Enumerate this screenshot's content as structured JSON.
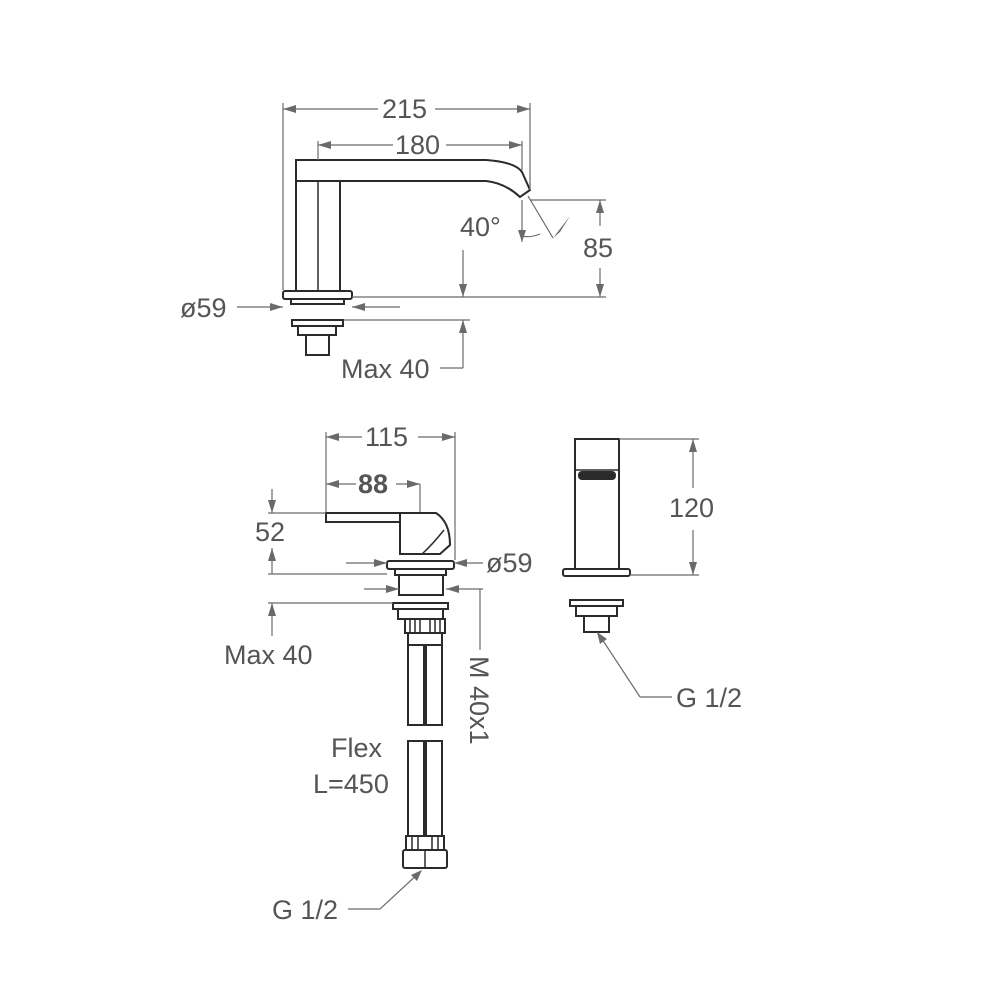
{
  "spout_view": {
    "width_total": "215",
    "reach": "180",
    "angle": "40°",
    "outlet_height": "85",
    "base_diameter": "ø59",
    "max_thickness": "Max 40"
  },
  "mixer_view": {
    "width": "115",
    "lever_length": "88",
    "lever_height": "52",
    "base_diameter": "ø59",
    "max_thickness": "Max 40",
    "thread": "M 40x1",
    "flex_label": "Flex",
    "flex_length": "L=450",
    "connection": "G 1/2"
  },
  "side_view": {
    "height": "120",
    "connection": "G 1/2"
  }
}
